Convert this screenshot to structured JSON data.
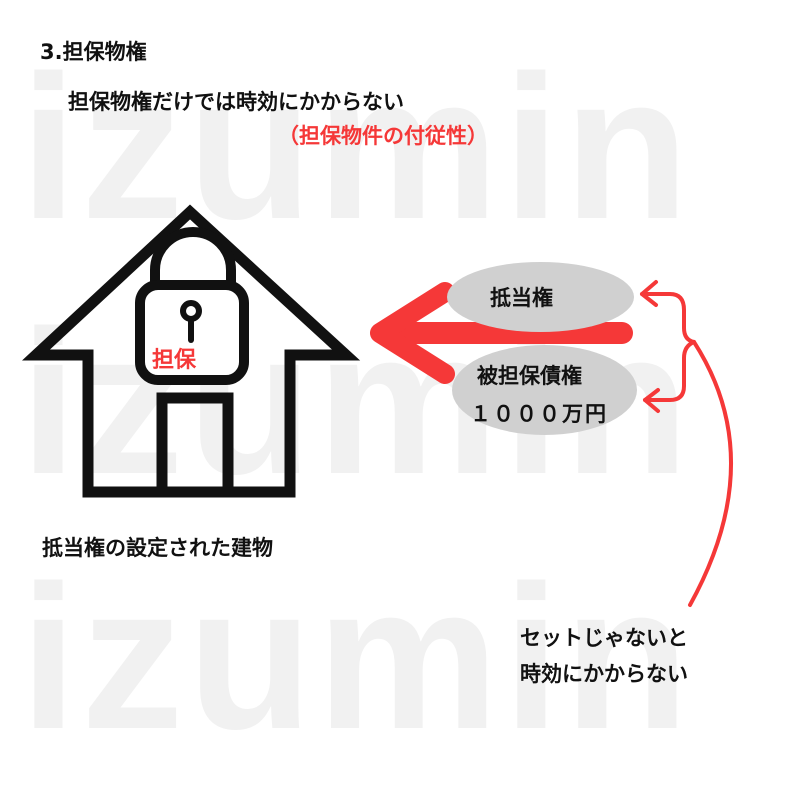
{
  "watermark": "izumin",
  "heading": "3.担保物権",
  "subtitle": "担保物権だけでは時効にかからない",
  "note": "（担保物件の付従性）",
  "house": {
    "lock_label": "担保",
    "caption": "抵当権の設定された建物"
  },
  "mortgage_pill": {
    "label": "抵当権"
  },
  "claim_pill": {
    "label": "被担保債権",
    "amount": "１０００万円"
  },
  "footnote": {
    "line1": "セットじゃないと",
    "line2": "時効にかからない"
  },
  "colors": {
    "accent": "#f53838",
    "pill": "#d0d0d0",
    "ink": "#111111",
    "watermark": "#f1f1f1"
  }
}
